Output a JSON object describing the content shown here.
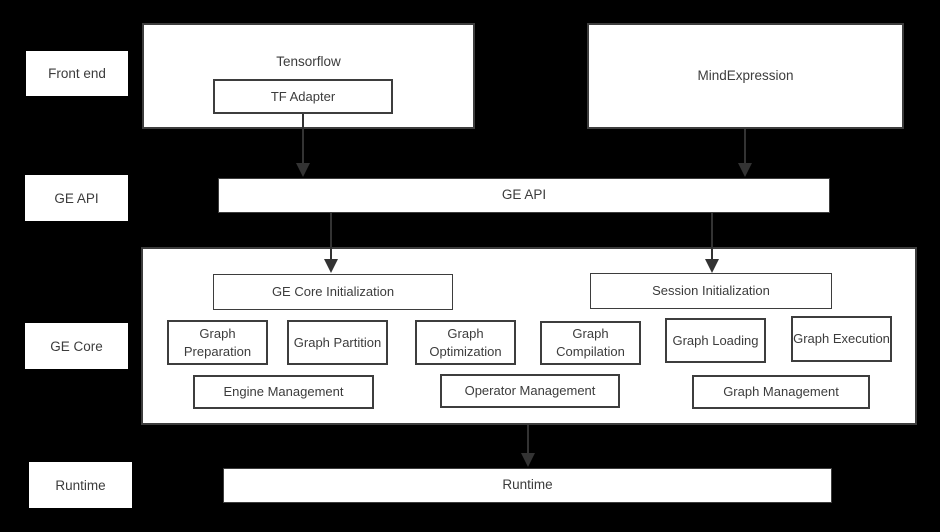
{
  "colors": {
    "background": "#000000",
    "box_fill": "#ffffff",
    "box_border": "#3d3d3d",
    "text": "#3c3c3c",
    "arrow": "#333333"
  },
  "layer_labels": {
    "frontend": "Front end",
    "ge_api": "GE API",
    "ge_core": "GE Core",
    "runtime": "Runtime"
  },
  "frontend": {
    "tensorflow_label": "Tensorflow",
    "tf_adapter_label": "TF Adapter",
    "mindexpression_label": "MindExpression"
  },
  "ge_api": {
    "label": "GE API"
  },
  "ge_core": {
    "init": {
      "ge_core_initialization": "GE Core Initialization",
      "session_initialization": "Session Initialization"
    },
    "modules": [
      "Graph Preparation",
      "Graph Partition",
      "Graph Optimization",
      "Graph Compilation",
      "Graph Loading",
      "Graph Execution"
    ],
    "management": [
      "Engine Management",
      "Operator Management",
      "Graph Management"
    ]
  },
  "runtime": {
    "label": "Runtime"
  }
}
